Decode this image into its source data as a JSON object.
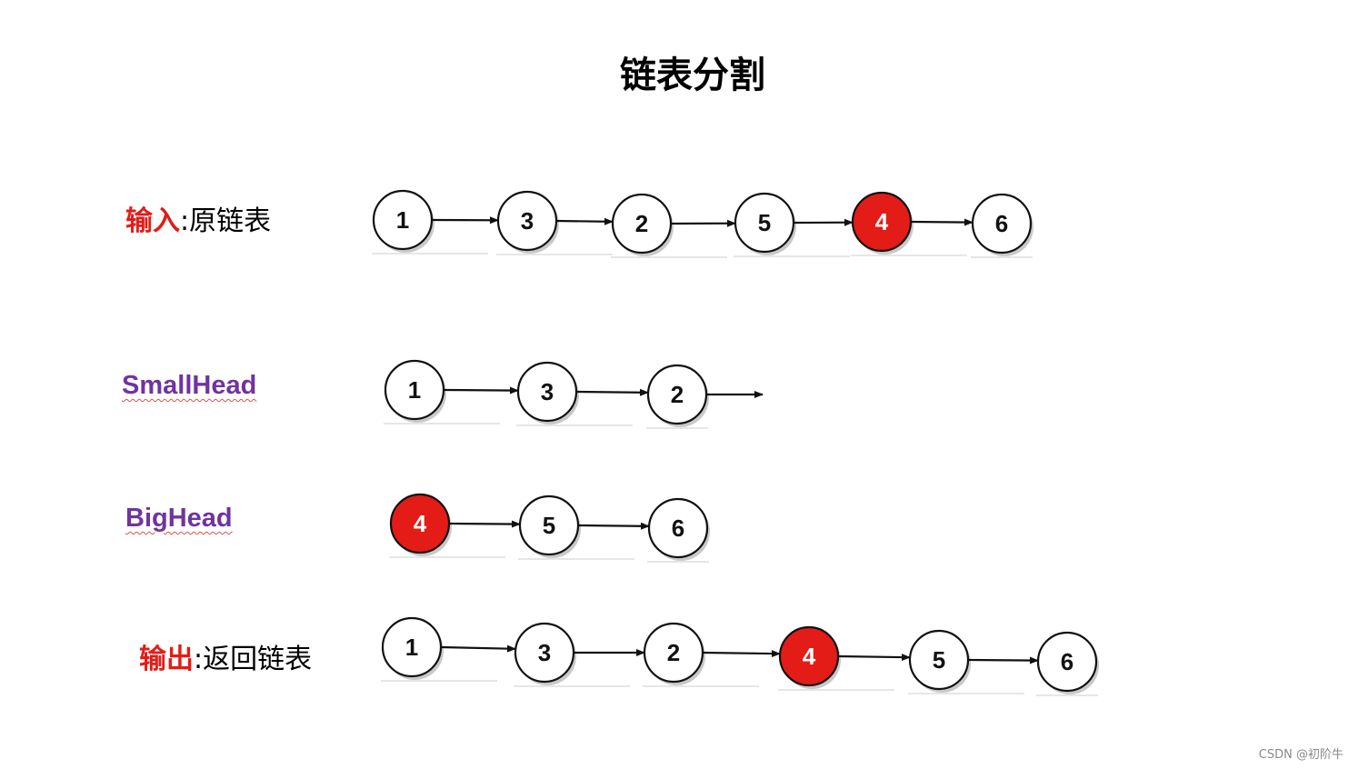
{
  "title": "链表分割",
  "colors": {
    "highlight": "#e31c17",
    "label_purple": "#7033a0",
    "node_fill": "#ffffff",
    "stroke": "#111111"
  },
  "rows": [
    {
      "label_emph": "输入",
      "label_rest": ":原链表",
      "nodes": [
        {
          "value": "1",
          "highlight": false
        },
        {
          "value": "3",
          "highlight": false
        },
        {
          "value": "2",
          "highlight": false
        },
        {
          "value": "5",
          "highlight": false
        },
        {
          "value": "4",
          "highlight": true
        },
        {
          "value": "6",
          "highlight": false
        }
      ]
    },
    {
      "label": "SmallHead",
      "nodes": [
        {
          "value": "1",
          "highlight": false
        },
        {
          "value": "3",
          "highlight": false
        },
        {
          "value": "2",
          "highlight": false
        }
      ]
    },
    {
      "label": "BigHead",
      "nodes": [
        {
          "value": "4",
          "highlight": true
        },
        {
          "value": "5",
          "highlight": false
        },
        {
          "value": "6",
          "highlight": false
        }
      ]
    },
    {
      "label_emph": "输出",
      "label_rest": ":返回链表",
      "nodes": [
        {
          "value": "1",
          "highlight": false
        },
        {
          "value": "3",
          "highlight": false
        },
        {
          "value": "2",
          "highlight": false
        },
        {
          "value": "4",
          "highlight": true
        },
        {
          "value": "5",
          "highlight": false
        },
        {
          "value": "6",
          "highlight": false
        }
      ]
    }
  ],
  "watermark": "CSDN @初阶牛"
}
